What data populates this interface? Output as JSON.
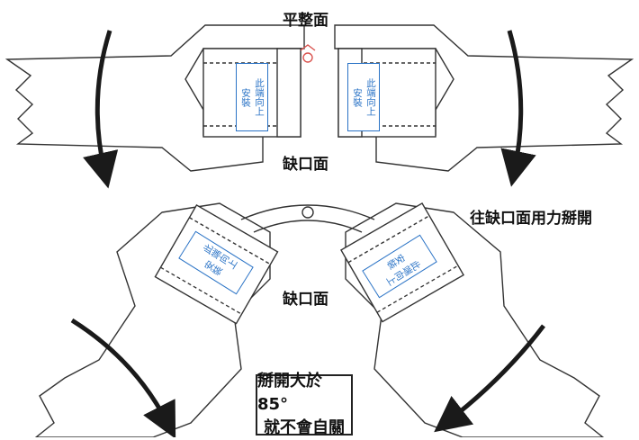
{
  "labels": {
    "flat_face": "平整面",
    "notch_face_top": "缺口面",
    "notch_face_mid": "缺口面",
    "instruction": "往缺口面用力掰開",
    "note_line1": "掰開大於85°",
    "note_line2": "就不會自關"
  },
  "tag_text": {
    "line1": "此端向上",
    "line2": "安裝"
  },
  "colors": {
    "line": "#333333",
    "arrow": "#1a1a1a",
    "tag_blue": "#2a73c6",
    "hinge_red": "#d9534f"
  }
}
